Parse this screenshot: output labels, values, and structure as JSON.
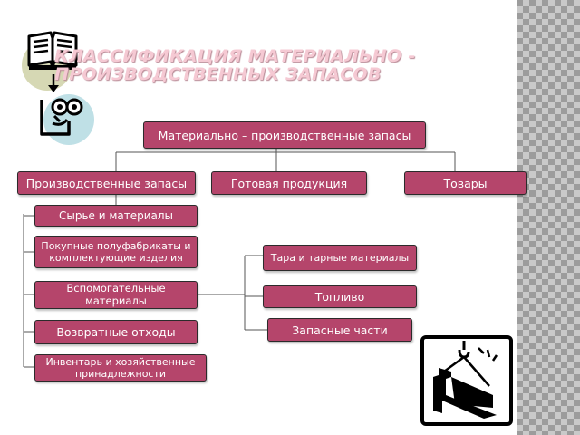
{
  "slide": {
    "title": "Классификация материально - производственных запасов"
  },
  "diagram": {
    "root": "Материально – производственные запасы",
    "categories": {
      "production": "Производственные запасы",
      "finished": "Готовая продукция",
      "goods": "Товары"
    },
    "left_items": [
      "Сырье и материалы",
      "Покупные полуфабрикаты и комплектующие изделия",
      "Вспомогательные материалы",
      "Возвратные отходы",
      "Инвентарь и хозяйственные принадлежности"
    ],
    "right_items": [
      "Тара и тарные материалы",
      "Топливо",
      "Запасные части"
    ]
  },
  "icons": [
    "book-icon",
    "reading-person-icon",
    "crane-beam-icon"
  ],
  "colors": {
    "box_fill": "#b5456b",
    "box_border": "#2b2b2b",
    "title": "#f5c9d3",
    "accent_circle_1": "#d6d8b4",
    "accent_circle_2": "#bfe0e6"
  }
}
